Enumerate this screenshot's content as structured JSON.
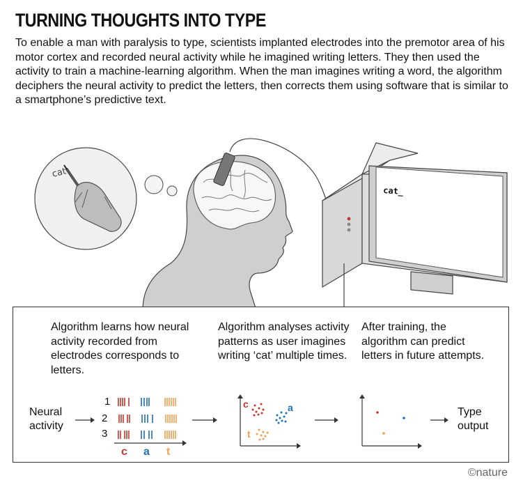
{
  "title": "TURNING THOUGHTS INTO TYPE",
  "intro": "To enable a man with paralysis to type, scientists implanted electrodes into the premotor area of his motor cortex and recorded neural activity while he imagined writing letters. They then used the activity to train a machine-learning algorithm. When the man imagines writing a word, the algorithm deciphers the neural activity to predict the letters, then corrects them using software that is similar to a smartphone’s predictive text.",
  "thought_text": "cat",
  "screen_text": "cat_",
  "steps": [
    "Algorithm learns how neural activity recorded from electrodes corresponds to letters.",
    "Algorithm analyses activity patterns as user imagines writing ‘cat’ multiple times.",
    "After training, the algorithm can predict letters in future attempts."
  ],
  "flow": {
    "input_label": "Neural activity",
    "output_label": "Type output",
    "row_numbers": [
      "1",
      "2",
      "3"
    ],
    "letters": [
      "c",
      "a",
      "t"
    ]
  },
  "colors": {
    "c": "#c0392b",
    "a": "#1f6fb2",
    "t": "#f0a050"
  },
  "credit": "©nature"
}
